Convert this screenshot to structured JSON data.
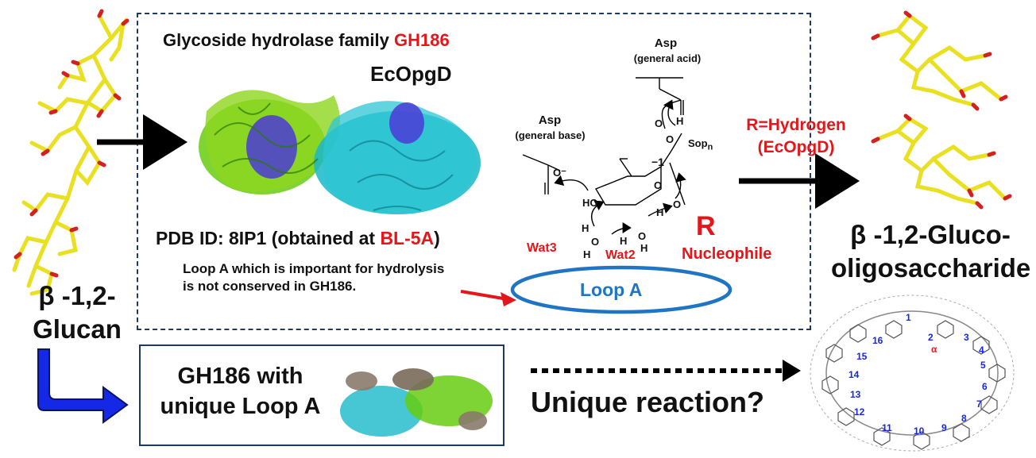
{
  "title": {
    "prefix": "Glycoside hydrolase family ",
    "family": "GH186"
  },
  "enzyme_label": "EcOpgD",
  "pdb": {
    "prefix": "PDB ID: 8IP1 (obtained at ",
    "beamline": "BL-5A",
    "suffix": ")"
  },
  "loop_note": "Loop A which is important for hydrolysis is not conserved in GH186.",
  "loop_a_label": "Loop A",
  "mechanism": {
    "asp_acid": "Asp",
    "asp_acid_role": "(general acid)",
    "asp_base": "Asp",
    "asp_base_role": "(general base)",
    "minus_one": "−1",
    "sop": "Sop",
    "sop_sub": "n",
    "ho": "HO",
    "h": "H",
    "o": "O",
    "o_minus": "O⁻",
    "wat3": "Wat3",
    "wat2": "Wat2",
    "r": "R",
    "nucleophile": "Nucleophile"
  },
  "r_hydrogen": {
    "line1": "R=Hydrogen",
    "line2": "(EcOpgD)"
  },
  "substrate": {
    "line1": "β -1,2-",
    "line2": "Glucan"
  },
  "product": {
    "line1": "β -1,2-Gluco-",
    "line2": "oligosaccharide"
  },
  "box2": {
    "line1": "GH186 with",
    "line2": "unique Loop A"
  },
  "question": "Unique reaction?",
  "ring_numbers": [
    "1",
    "2",
    "3",
    "4",
    "5",
    "6",
    "7",
    "8",
    "9",
    "10",
    "11",
    "12",
    "13",
    "14",
    "15",
    "16"
  ],
  "alpha": "α",
  "colors": {
    "accent_red": "#e3171b",
    "loop_blue": "#1f74c4",
    "arrow_blue": "#1428e6",
    "box_border": "#1e3a5f",
    "stick_yellow": "#e8e020",
    "stick_red": "#d42020",
    "green": "#66cc11",
    "cyan": "#19b8c8"
  }
}
